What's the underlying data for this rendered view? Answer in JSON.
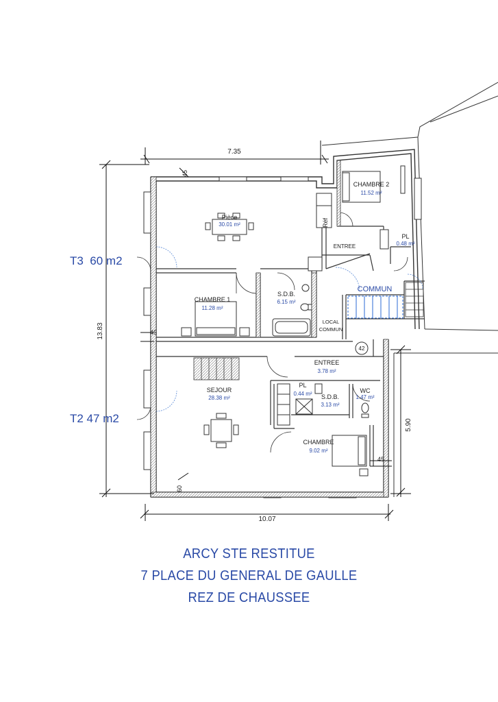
{
  "dimensions": {
    "top_width": "7.35",
    "left_height": "13.83",
    "bottom_width": "10.07",
    "right_height": "5.90",
    "wall_45_top": "45",
    "wall_45_left": "45",
    "wall_45_right": "45",
    "wall_60": "60"
  },
  "units": {
    "t3": "T3  60 m2",
    "t2": "T2 47 m2"
  },
  "rooms": {
    "piece": {
      "name": "Pièce",
      "area": "30.01 m²"
    },
    "chambre2": {
      "name": "CHAMBRE 2",
      "area": "11.52 m²"
    },
    "ref": {
      "name": "Réf"
    },
    "pl_top": {
      "name": "PL",
      "area": "0.48 m²"
    },
    "entree_top": {
      "name": "ENTREE"
    },
    "commun": {
      "name": "COMMUN"
    },
    "chambre1": {
      "name": "CHAMBRE 1",
      "area": "11.28 m²"
    },
    "sdb_top": {
      "name": "S.D.B.",
      "area": "6.15 m²"
    },
    "local_commun": {
      "line1": "LOCAL",
      "line2": "COMMUN"
    },
    "marker": {
      "name": "42"
    },
    "entree_bottom": {
      "name": "ENTREE",
      "area": "3.78 m²"
    },
    "sejour": {
      "name": "SEJOUR",
      "area": "28.38 m²"
    },
    "pl_bottom": {
      "name": "PL",
      "area": "0.44 m²"
    },
    "sdb_bottom": {
      "name": "S.D.B.",
      "area": "3.13 m²"
    },
    "wc": {
      "name": "WC",
      "area": "1.47 m²"
    },
    "chambre": {
      "name": "CHAMBRE",
      "area": "9.02 m²"
    }
  },
  "title": {
    "line1": "ARCY STE RESTITUE",
    "line2": "7 PLACE DU GENERAL DE GAULLE",
    "line3": "REZ DE CHAUSSEE"
  },
  "colors": {
    "accent": "#2a4aa6",
    "walls": "#333333"
  }
}
